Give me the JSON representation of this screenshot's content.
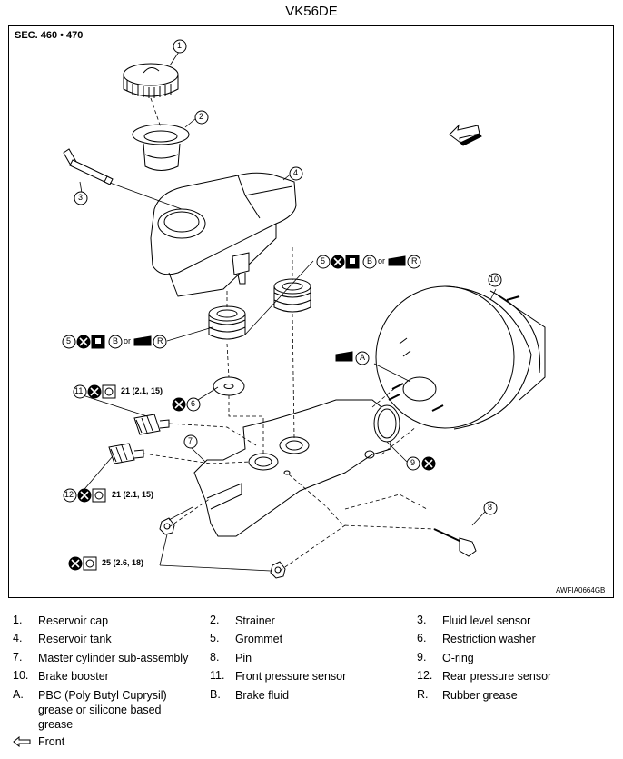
{
  "title": "VK56DE",
  "section": "SEC. 460 • 470",
  "figure_code": "AWFIA0664GB",
  "callouts": {
    "c1": "1",
    "c2": "2",
    "c3": "3",
    "c4": "4",
    "c5a": "5",
    "c5b": "5",
    "c6": "6",
    "c7": "7",
    "c8": "8",
    "c9": "9",
    "c10": "10",
    "c11": "11",
    "c12": "12",
    "A": "A"
  },
  "torque": {
    "front_sensor": "21 (2.1, 15)",
    "rear_sensor": "21 (2.1, 15)",
    "nuts": "25 (2.6, 18)"
  },
  "grommet_note": {
    "b": "B",
    "or": "or",
    "r": "R"
  },
  "legend": [
    {
      "num": "1.",
      "text": "Reservoir cap"
    },
    {
      "num": "2.",
      "text": "Strainer"
    },
    {
      "num": "3.",
      "text": "Fluid level sensor"
    },
    {
      "num": "4.",
      "text": "Reservoir tank"
    },
    {
      "num": "5.",
      "text": "Grommet"
    },
    {
      "num": "6.",
      "text": "Restriction washer"
    },
    {
      "num": "7.",
      "text": "Master cylinder sub-assembly"
    },
    {
      "num": "8.",
      "text": "Pin"
    },
    {
      "num": "9.",
      "text": "O-ring"
    },
    {
      "num": "10.",
      "text": "Brake booster"
    },
    {
      "num": "11.",
      "text": "Front pressure sensor"
    },
    {
      "num": "12.",
      "text": "Rear pressure sensor"
    },
    {
      "num": "A.",
      "text": "PBC (Poly Butyl Cuprysil) grease or silicone based grease"
    },
    {
      "num": "B.",
      "text": "Brake fluid"
    },
    {
      "num": "R.",
      "text": "Rubber grease"
    }
  ],
  "front_label": "Front",
  "icons": {
    "do_not_reuse": "do-not-reuse-icon",
    "torque_wrench": "torque-wrench-icon",
    "brake_fluid": "brake-fluid-icon",
    "grease": "grease-icon",
    "front_arrow": "front-arrow-icon"
  }
}
